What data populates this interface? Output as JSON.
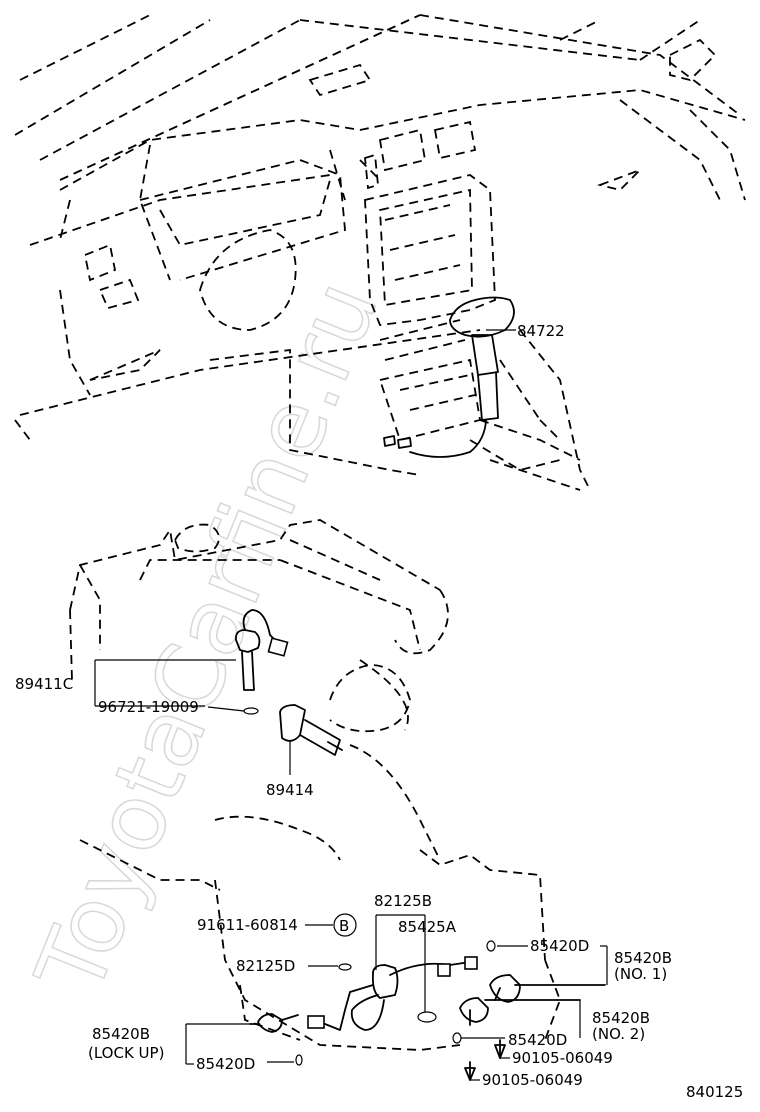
{
  "watermark": "ToyotaCarfine.ru",
  "figure_code": "840125",
  "callouts": {
    "shift_knob_switch": "84722",
    "speed_sensor": "89411C",
    "o_ring": "96721-19009",
    "vehicle_speed_sensor": "89414",
    "plug_bolt": "91611-60814",
    "circle_ref": "B",
    "harness_top": "82125B",
    "clamp": "85425A",
    "harness_left": "82125D",
    "solenoid_no1_d": "85420D",
    "solenoid_no1_b": "85420B",
    "solenoid_no1_note": "(NO. 1)",
    "solenoid_no2_b": "85420B",
    "solenoid_no2_note": "(NO. 2)",
    "solenoid_no2_d": "85420D",
    "bolt_1": "90105-06049",
    "bolt_2": "90105-06049",
    "lockup_b": "85420B",
    "lockup_note": "(LOCK UP)",
    "lockup_d": "85420D"
  }
}
